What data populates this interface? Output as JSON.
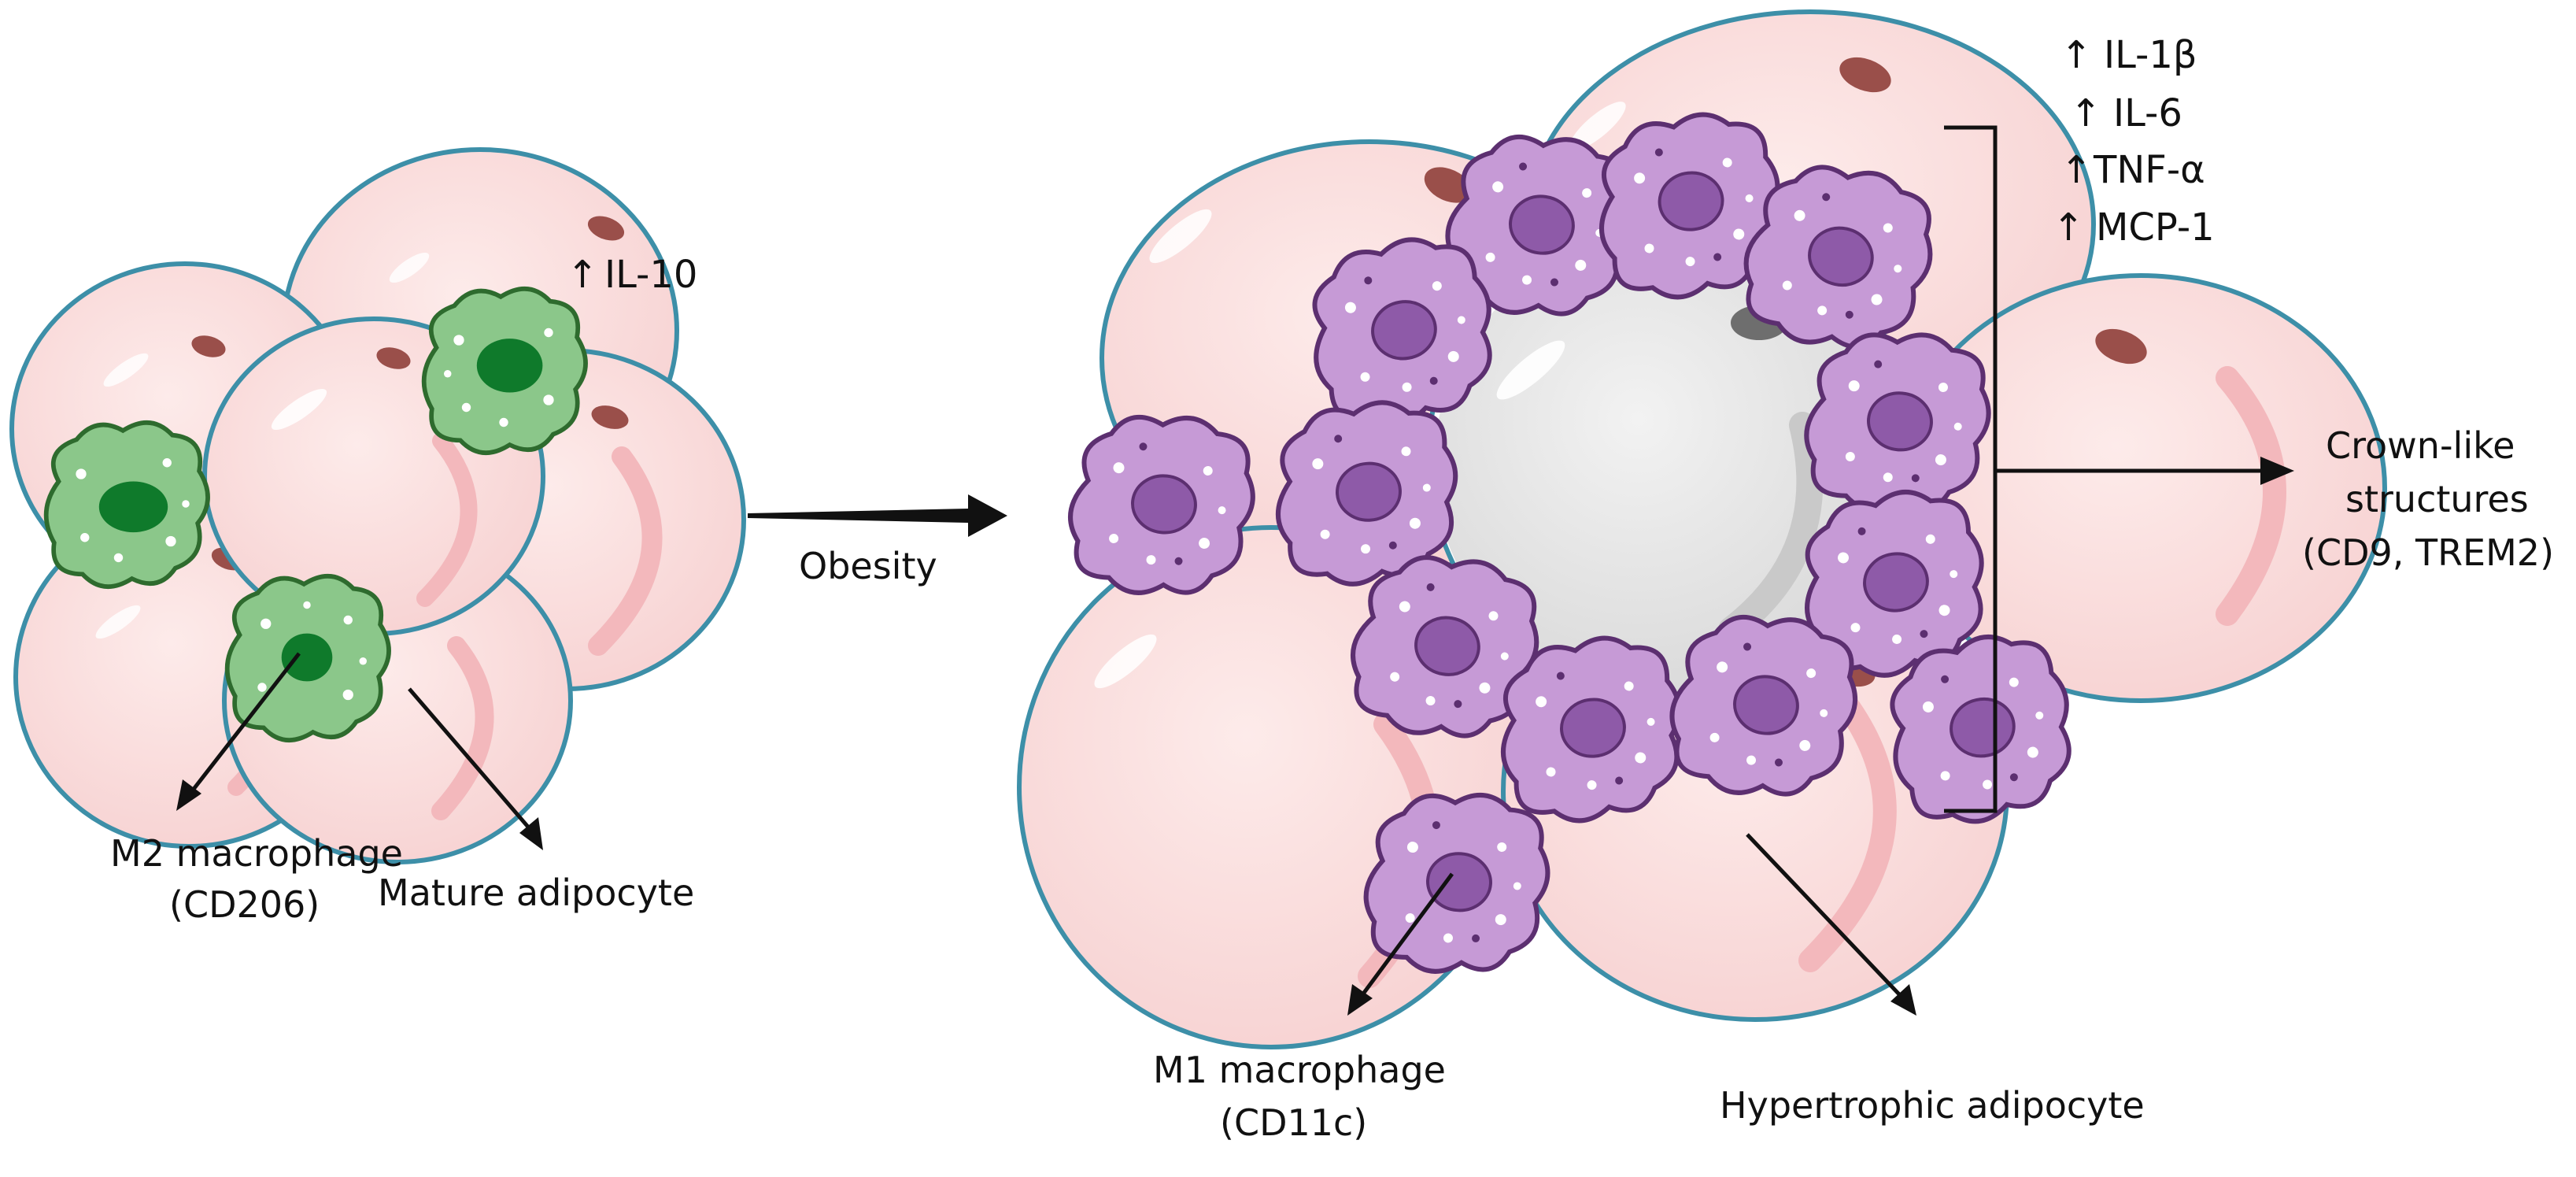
{
  "labels": {
    "il10": "IL-10",
    "m2_macrophage": "M2 macrophage",
    "m2_marker": "(CD206)",
    "mature_adipocyte": "Mature adipocyte",
    "obesity": "Obesity",
    "m1_macrophage": "M1 macrophage",
    "m1_marker": "(CD11c)",
    "hypertrophic_adipocyte": "Hypertrophic adipocyte",
    "crown_like_1": "Crown-like",
    "crown_like_2": "structures",
    "crown_like_3": "(CD9, TREM2)"
  },
  "cytokines_up": [
    "IL-1β",
    "IL-6",
    "TNF-α",
    "MCP-1"
  ],
  "arrow_glyph": "↑",
  "colors": {
    "adipocyte_fill": "#f9dada",
    "adipocyte_stroke": "#3d8fa8",
    "adipocyte_nucleus": "#9a4f4a",
    "dead_adipocyte_fill": "#e6e6e6",
    "m2_body": "#8bc78a",
    "m2_nucleus": "#0f7a2b",
    "m1_body": "#c69ad6",
    "m1_nucleus": "#8e5aa8"
  }
}
